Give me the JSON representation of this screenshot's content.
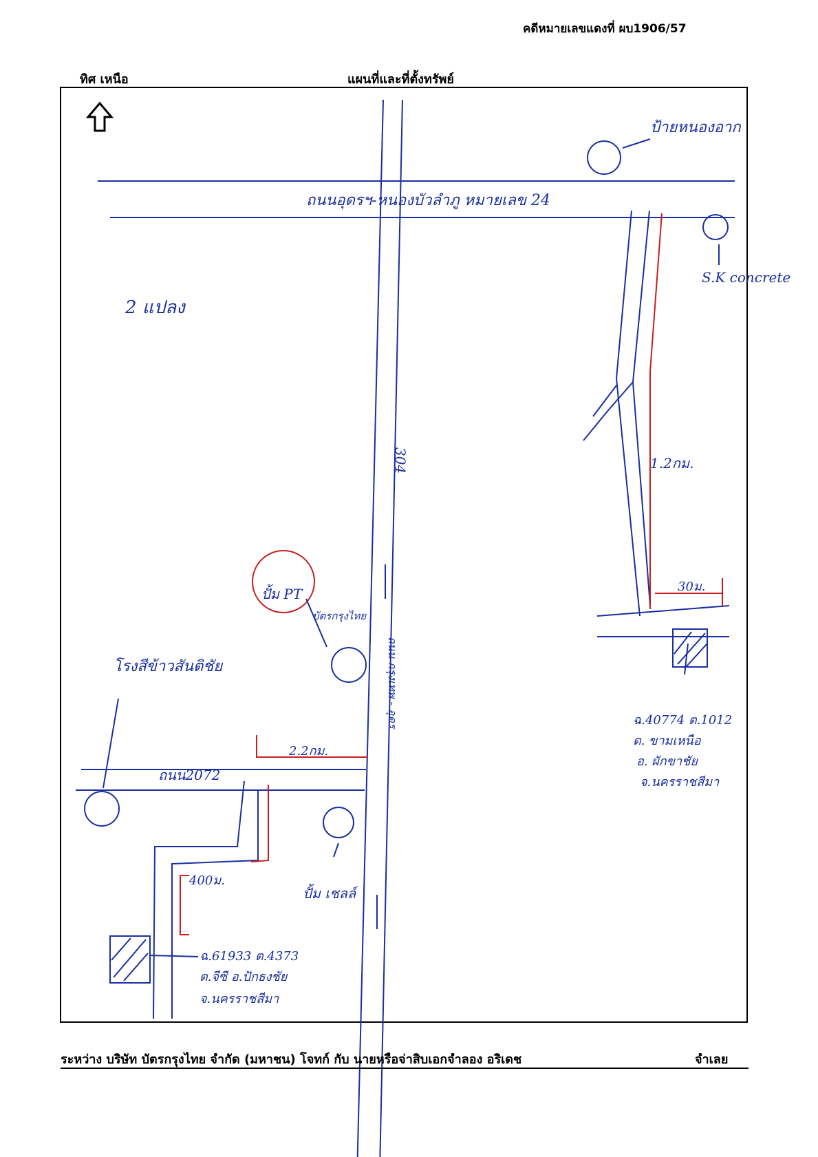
{
  "header": {
    "case_number": "คดีหมายเลขแดงที่ ผบ1906/57",
    "north_label": "ทิศ เหนือ",
    "title": "แผนที่และที่ตั้งทรัพย์"
  },
  "map": {
    "labels": {
      "main_highway": "ถนนอุดรฯ-หนองบัวลำภู หมายเลข 24",
      "road_2072": "ถนน2072",
      "road_304": "304",
      "road_side": "ถนน กรุงเทพ - อุดร",
      "plots": "2 แปลง",
      "cassava_place": "ป้ายหนองอาก",
      "concrete_plant": "S.K concrete",
      "pt_station": "ปั้ม PT",
      "pt_station_sub": "บัตรกรุงไทย",
      "rice_mill": "โรงสีข้าวสันติชัย",
      "shell_station": "ปั้ม เชลล์",
      "dist_1_2km": "1.2กม.",
      "dist_30m": "30ม.",
      "dist_2_2km": "2.2กม.",
      "dist_400m": "400ม."
    },
    "parcel_east": [
      "ฉ.40774 ต.1012",
      "ต. ขามเหนือ",
      "อ. ผักขาชัย",
      "จ.นครราชสีมา"
    ],
    "parcel_west": [
      "ฉ.61933 ต.4373",
      "ต.จีซี อ.ปักธงชัย",
      "จ.นครราชสีมา"
    ],
    "colors": {
      "ink_blue": "#1a2fa0",
      "ink_red": "#c81e1e"
    }
  },
  "footer": {
    "between_text": "ระหว่าง  บริษัท บัตรกรุงไทย จำกัด (มหาชน) โจทก์ กับ นายหรือจ่าสิบเอกจำลอง อริเดช",
    "defendant_label": "จำเลย"
  }
}
